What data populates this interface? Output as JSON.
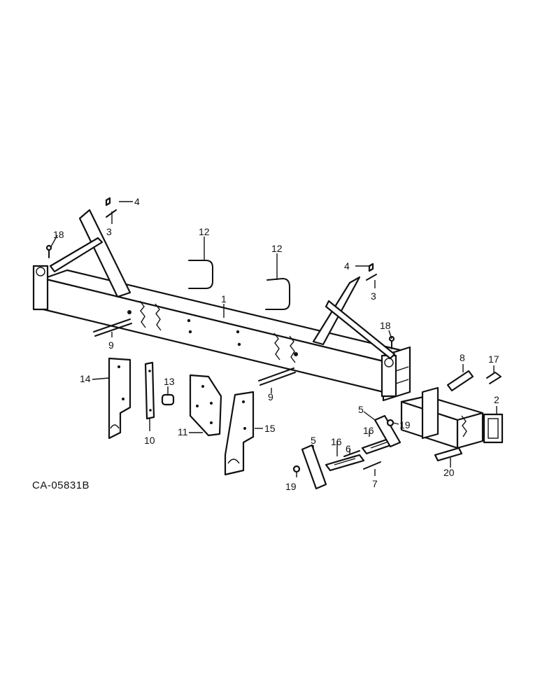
{
  "drawing_code": "CA-05831B",
  "callouts": {
    "c1": "1",
    "c2": "2",
    "c3a": "3",
    "c3b": "3",
    "c4a": "4",
    "c4b": "4",
    "c5a": "5",
    "c5b": "5",
    "c6": "6",
    "c7": "7",
    "c8": "8",
    "c9a": "9",
    "c9b": "9",
    "c10": "10",
    "c11": "11",
    "c12a": "12",
    "c12b": "12",
    "c13": "13",
    "c14": "14",
    "c15": "15",
    "c16a": "16",
    "c16b": "16",
    "c17": "17",
    "c18a": "18",
    "c18b": "18",
    "c19a": "19",
    "c19b": "19",
    "c20": "20"
  }
}
